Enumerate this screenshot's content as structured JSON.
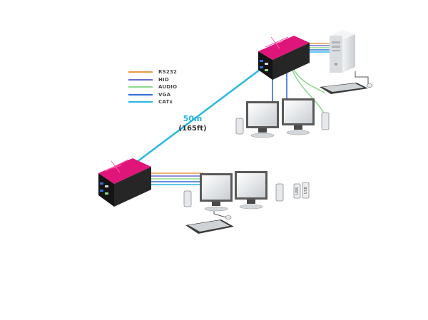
{
  "legend": {
    "items": [
      {
        "label": "RS232",
        "color": "#e89a4a"
      },
      {
        "label": "HID",
        "color": "#6b6bc9"
      },
      {
        "label": "AUDIO",
        "color": "#8fd88f"
      },
      {
        "label": "VGA",
        "color": "#2f6fd6"
      },
      {
        "label": "CATx",
        "color": "#2bb8e0"
      }
    ]
  },
  "distance": {
    "meters": "50m",
    "feet": "(165ft)"
  },
  "colors": {
    "unit_body": "#1e1e1e",
    "unit_accent": "#e0157a",
    "monitor_frame": "#5a5a5a",
    "tower": "#e2e4e6"
  },
  "devices": {
    "usb_label": "USB"
  }
}
